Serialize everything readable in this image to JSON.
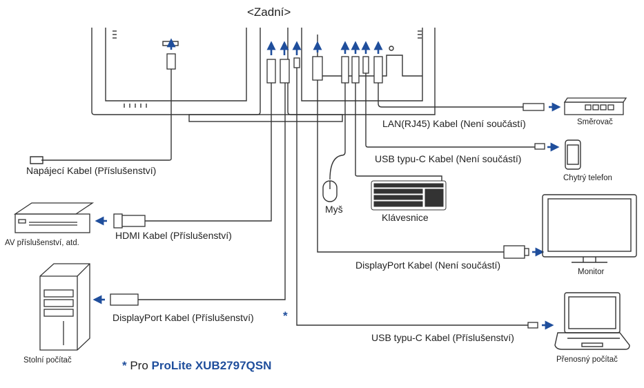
{
  "title": "<Zadní>",
  "labels": {
    "lan_cable": "LAN(RJ45) Kabel (Není součástí)",
    "router": "Směrovač",
    "usbc_phone_cable": "USB typu-C Kabel (Není součástí)",
    "phone": "Chytrý telefon",
    "power_cable": "Napájecí Kabel (Příslušenství)",
    "mouse": "Myš",
    "keyboard": "Klávesnice",
    "av_device": "AV příslušenství, atd.",
    "hdmi_cable": "HDMI Kabel (Příslušenství)",
    "dp_out_cable": "DisplayPort Kabel (Není součástí)",
    "monitor": "Monitor",
    "dp_in_cable": "DisplayPort Kabel (Příslušenství)",
    "asterisk": "*",
    "usbc_laptop_cable": "USB typu-C Kabel (Příslušenství)",
    "desktop": "Stolní počítač",
    "laptop": "Přenosný počítač"
  },
  "footnote": {
    "star": "*",
    "pro": " Pro ",
    "model": "ProLite XUB2797QSN"
  },
  "colors": {
    "accent": "#1f4e9c",
    "line": "#333333"
  }
}
